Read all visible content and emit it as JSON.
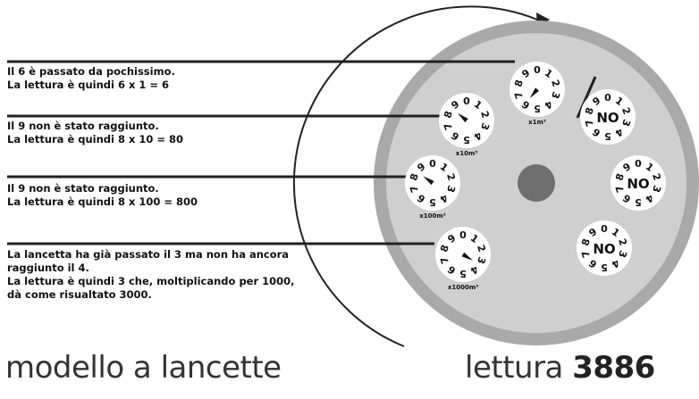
{
  "notes": [
    {
      "lines": [
        "Il 6 è passato da pochissimo.",
        "La lettura è quindi 6 x 1 = 6"
      ]
    },
    {
      "lines": [
        "Il 9 non è stato raggiunto.",
        "La lettura è quindi 8 x 10 = 80"
      ]
    },
    {
      "lines": [
        "Il 9 non è stato raggiunto.",
        "La lettura è quindi 8 x 100 = 800"
      ]
    },
    {
      "lines": [
        "La lancetta ha già passato il 3 ma non ha ancora",
        "raggiunto il 4.",
        "La lettura è quindi 3 che, moltiplicando per 1000,",
        "dà come risualtato 3000."
      ]
    }
  ],
  "dial_digits": [
    "0",
    "1",
    "2",
    "3",
    "4",
    "5",
    "6",
    "7",
    "8",
    "9"
  ],
  "dials": [
    {
      "id": "x1",
      "label": "x1m³",
      "no_label": "",
      "value": 6.1
    },
    {
      "id": "x10",
      "label": "x10m³",
      "no_label": "",
      "value": 8.6
    },
    {
      "id": "x100",
      "label": "x100m³",
      "no_label": "",
      "value": 8.5
    },
    {
      "id": "x1000",
      "label": "x1000m³",
      "no_label": "",
      "value": 3.4
    },
    {
      "id": "no1",
      "label": "",
      "no_label": "NO",
      "value": null
    },
    {
      "id": "no2",
      "label": "",
      "no_label": "NO",
      "value": null
    },
    {
      "id": "no3",
      "label": "",
      "no_label": "NO",
      "value": null
    }
  ],
  "caption_left": "modello a lancette",
  "caption_right_prefix": "lettura ",
  "caption_right_value": "3886",
  "colors": {
    "outer_ring": "#a9a9a9",
    "inner_disc": "#cfcfcf",
    "center_dot": "#6e6e6e",
    "dial_face": "#ffffff",
    "line": "#222222"
  }
}
